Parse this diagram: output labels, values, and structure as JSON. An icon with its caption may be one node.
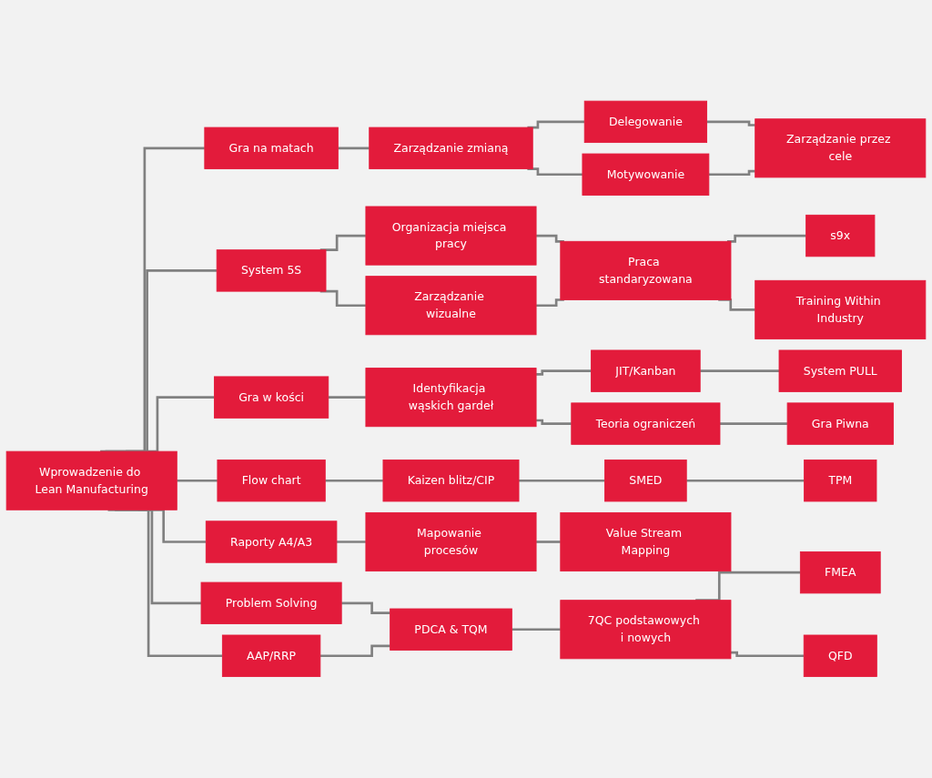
{
  "diagram": {
    "nodes": [
      {
        "text": [
          "Wprowadzenie do Lean Manufacturing"
        ]
      },
      {
        "text": [
          "Gra na matach"
        ]
      },
      {
        "text": [
          "Zarządzanie zmianą"
        ]
      },
      {
        "text": [
          "Delegowanie"
        ]
      },
      {
        "text": [
          "Motywowanie"
        ]
      },
      {
        "text": [
          "Zarządzanie przez cele"
        ]
      },
      {
        "text": [
          "System 5S"
        ]
      },
      {
        "text": [
          "Organizacja miejsca pracy"
        ]
      },
      {
        "text": [
          "Zarządzanie wizualne"
        ]
      },
      {
        "text": [
          "Praca standaryzowana"
        ]
      },
      {
        "text": [
          "s9x"
        ]
      },
      {
        "text": [
          "Training Within Industry"
        ]
      },
      {
        "text": [
          "Gra w kości"
        ]
      },
      {
        "text": [
          "Identyfikacja wąskich gardeł"
        ]
      },
      {
        "text": [
          "JIT/Kanban"
        ]
      },
      {
        "text": [
          "System PULL"
        ]
      },
      {
        "text": [
          "Teoria ograniczeń"
        ]
      },
      {
        "text": [
          "Gra Piwna"
        ]
      },
      {
        "text": [
          "Flow chart"
        ]
      },
      {
        "text": [
          "Kaizen blitz/CIP"
        ]
      },
      {
        "text": [
          "SMED"
        ]
      },
      {
        "text": [
          "TPM"
        ]
      },
      {
        "text": [
          "Raporty A4/A3"
        ]
      },
      {
        "text": [
          "Mapowanie procesów"
        ]
      },
      {
        "text": [
          "Value Stream Mapping"
        ]
      },
      {
        "text": [
          "Problem Solving"
        ]
      },
      {
        "text": [
          "PDCA & TQM"
        ]
      },
      {
        "text": [
          "AAP/RRP"
        ]
      },
      {
        "text": [
          "7QC podstawowych i nowych"
        ]
      },
      {
        "text": [
          "FMEA"
        ]
      },
      {
        "text": [
          "QFD"
        ]
      }
    ],
    "edges": [
      {
        "from": 0,
        "to": 1,
        "arrow": "none"
      },
      {
        "from": 0,
        "to": 6,
        "arrow": "none"
      },
      {
        "from": 0,
        "to": 12,
        "arrow": "none"
      },
      {
        "from": 0,
        "to": 18,
        "arrow": "none"
      },
      {
        "from": 0,
        "to": 22,
        "arrow": "none"
      },
      {
        "from": 0,
        "to": 25,
        "arrow": "none"
      },
      {
        "from": 0,
        "to": 27,
        "arrow": "none"
      },
      {
        "from": 1,
        "to": 2,
        "arrow": "none"
      },
      {
        "from": 2,
        "to": 3,
        "arrow": "none"
      },
      {
        "from": 2,
        "to": 4,
        "arrow": "none"
      },
      {
        "from": 3,
        "to": 5,
        "arrow": "none"
      },
      {
        "from": 4,
        "to": 5,
        "arrow": "none"
      },
      {
        "from": 6,
        "to": 7,
        "arrow": "none"
      },
      {
        "from": 6,
        "to": 8,
        "arrow": "none"
      },
      {
        "from": 7,
        "to": 9,
        "arrow": "none"
      },
      {
        "from": 8,
        "to": 9,
        "arrow": "none"
      },
      {
        "from": 9,
        "to": 10,
        "arrow": "none"
      },
      {
        "from": 9,
        "to": 11,
        "arrow": "none"
      },
      {
        "from": 12,
        "to": 13,
        "arrow": "none"
      },
      {
        "from": 13,
        "to": 14,
        "arrow": "none"
      },
      {
        "from": 13,
        "to": 16,
        "arrow": "none"
      },
      {
        "from": 14,
        "to": 15,
        "arrow": "none"
      },
      {
        "from": 16,
        "to": 17,
        "arrow": "none"
      },
      {
        "from": 18,
        "to": 19,
        "arrow": "none"
      },
      {
        "from": 19,
        "to": 20,
        "arrow": "none"
      },
      {
        "from": 20,
        "to": 21,
        "arrow": "none"
      },
      {
        "from": 22,
        "to": 23,
        "arrow": "none"
      },
      {
        "from": 23,
        "to": 24,
        "arrow": "none"
      },
      {
        "from": 25,
        "to": 26,
        "arrow": "none"
      },
      {
        "from": 27,
        "to": 26,
        "arrow": "none"
      },
      {
        "from": 26,
        "to": 28,
        "arrow": "none"
      },
      {
        "from": 28,
        "to": 29,
        "arrow": "none"
      },
      {
        "from": 28,
        "to": 30,
        "arrow": "none"
      }
    ]
  }
}
